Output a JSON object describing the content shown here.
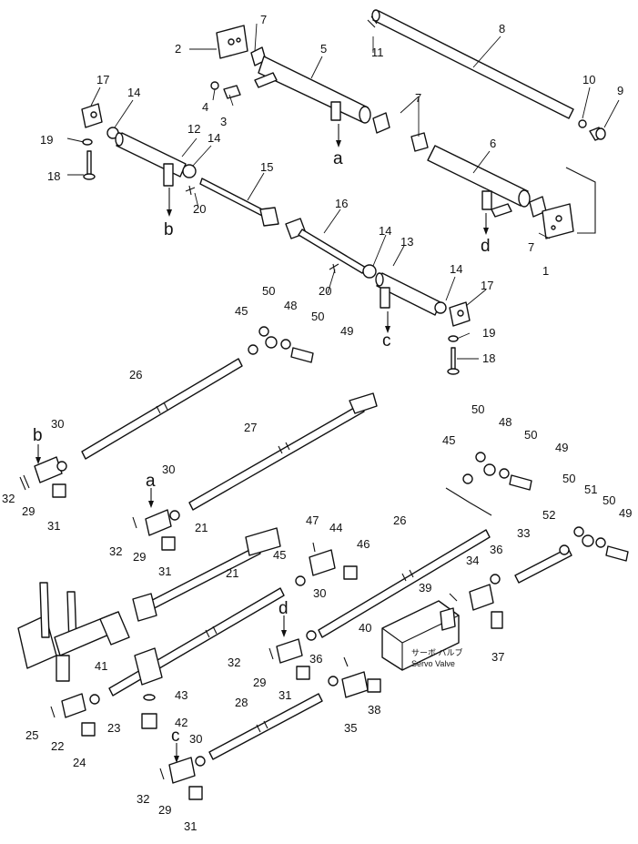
{
  "diagram": {
    "callouts": [
      {
        "id": "c1",
        "label": "1"
      },
      {
        "id": "c2",
        "label": "2"
      },
      {
        "id": "c3",
        "label": "3"
      },
      {
        "id": "c4",
        "label": "4"
      },
      {
        "id": "c5",
        "label": "5"
      },
      {
        "id": "c6",
        "label": "6"
      },
      {
        "id": "c7a",
        "label": "7"
      },
      {
        "id": "c7b",
        "label": "7"
      },
      {
        "id": "c7c",
        "label": "7"
      },
      {
        "id": "c8",
        "label": "8"
      },
      {
        "id": "c9",
        "label": "9"
      },
      {
        "id": "c10",
        "label": "10"
      },
      {
        "id": "c11",
        "label": "11"
      },
      {
        "id": "c12",
        "label": "12"
      },
      {
        "id": "c13",
        "label": "13"
      },
      {
        "id": "c14a",
        "label": "14"
      },
      {
        "id": "c14b",
        "label": "14"
      },
      {
        "id": "c14c",
        "label": "14"
      },
      {
        "id": "c14d",
        "label": "14"
      },
      {
        "id": "c15",
        "label": "15"
      },
      {
        "id": "c16",
        "label": "16"
      },
      {
        "id": "c17a",
        "label": "17"
      },
      {
        "id": "c17b",
        "label": "17"
      },
      {
        "id": "c18a",
        "label": "18"
      },
      {
        "id": "c18b",
        "label": "18"
      },
      {
        "id": "c19a",
        "label": "19"
      },
      {
        "id": "c19b",
        "label": "19"
      },
      {
        "id": "c20a",
        "label": "20"
      },
      {
        "id": "c20b",
        "label": "20"
      },
      {
        "id": "c21a",
        "label": "21"
      },
      {
        "id": "c21b",
        "label": "21"
      },
      {
        "id": "c22",
        "label": "22"
      },
      {
        "id": "c23",
        "label": "23"
      },
      {
        "id": "c24",
        "label": "24"
      },
      {
        "id": "c25",
        "label": "25"
      },
      {
        "id": "c26a",
        "label": "26"
      },
      {
        "id": "c26b",
        "label": "26"
      },
      {
        "id": "c27",
        "label": "27"
      },
      {
        "id": "c28",
        "label": "28"
      },
      {
        "id": "c29a",
        "label": "29"
      },
      {
        "id": "c29b",
        "label": "29"
      },
      {
        "id": "c29c",
        "label": "29"
      },
      {
        "id": "c29d",
        "label": "29"
      },
      {
        "id": "c30a",
        "label": "30"
      },
      {
        "id": "c30b",
        "label": "30"
      },
      {
        "id": "c30c",
        "label": "30"
      },
      {
        "id": "c30d",
        "label": "30"
      },
      {
        "id": "c31a",
        "label": "31"
      },
      {
        "id": "c31b",
        "label": "31"
      },
      {
        "id": "c31c",
        "label": "31"
      },
      {
        "id": "c31d",
        "label": "31"
      },
      {
        "id": "c32a",
        "label": "32"
      },
      {
        "id": "c32b",
        "label": "32"
      },
      {
        "id": "c32c",
        "label": "32"
      },
      {
        "id": "c32d",
        "label": "32"
      },
      {
        "id": "c33",
        "label": "33"
      },
      {
        "id": "c34",
        "label": "34"
      },
      {
        "id": "c35",
        "label": "35"
      },
      {
        "id": "c36a",
        "label": "36"
      },
      {
        "id": "c36b",
        "label": "36"
      },
      {
        "id": "c37",
        "label": "37"
      },
      {
        "id": "c38",
        "label": "38"
      },
      {
        "id": "c39",
        "label": "39"
      },
      {
        "id": "c40",
        "label": "40"
      },
      {
        "id": "c41",
        "label": "41"
      },
      {
        "id": "c42",
        "label": "42"
      },
      {
        "id": "c43",
        "label": "43"
      },
      {
        "id": "c44",
        "label": "44"
      },
      {
        "id": "c45a",
        "label": "45"
      },
      {
        "id": "c45b",
        "label": "45"
      },
      {
        "id": "c45c",
        "label": "45"
      },
      {
        "id": "c46",
        "label": "46"
      },
      {
        "id": "c47",
        "label": "47"
      },
      {
        "id": "c48a",
        "label": "48"
      },
      {
        "id": "c48b",
        "label": "48"
      },
      {
        "id": "c49a",
        "label": "49"
      },
      {
        "id": "c49b",
        "label": "49"
      },
      {
        "id": "c49c",
        "label": "49"
      },
      {
        "id": "c50a",
        "label": "50"
      },
      {
        "id": "c50b",
        "label": "50"
      },
      {
        "id": "c50c",
        "label": "50"
      },
      {
        "id": "c50d",
        "label": "50"
      },
      {
        "id": "c50e",
        "label": "50"
      },
      {
        "id": "c50f",
        "label": "50"
      },
      {
        "id": "c51",
        "label": "51"
      },
      {
        "id": "c52",
        "label": "52"
      }
    ],
    "refs": [
      {
        "id": "r_a1",
        "label": "a"
      },
      {
        "id": "r_b1",
        "label": "b"
      },
      {
        "id": "r_c1",
        "label": "c"
      },
      {
        "id": "r_d1",
        "label": "d"
      },
      {
        "id": "r_a2",
        "label": "a"
      },
      {
        "id": "r_b2",
        "label": "b"
      },
      {
        "id": "r_c2",
        "label": "c"
      },
      {
        "id": "r_d2",
        "label": "d"
      }
    ],
    "servo_valve": {
      "jp": "サーボ バルブ",
      "en": "Servo Valve"
    }
  }
}
